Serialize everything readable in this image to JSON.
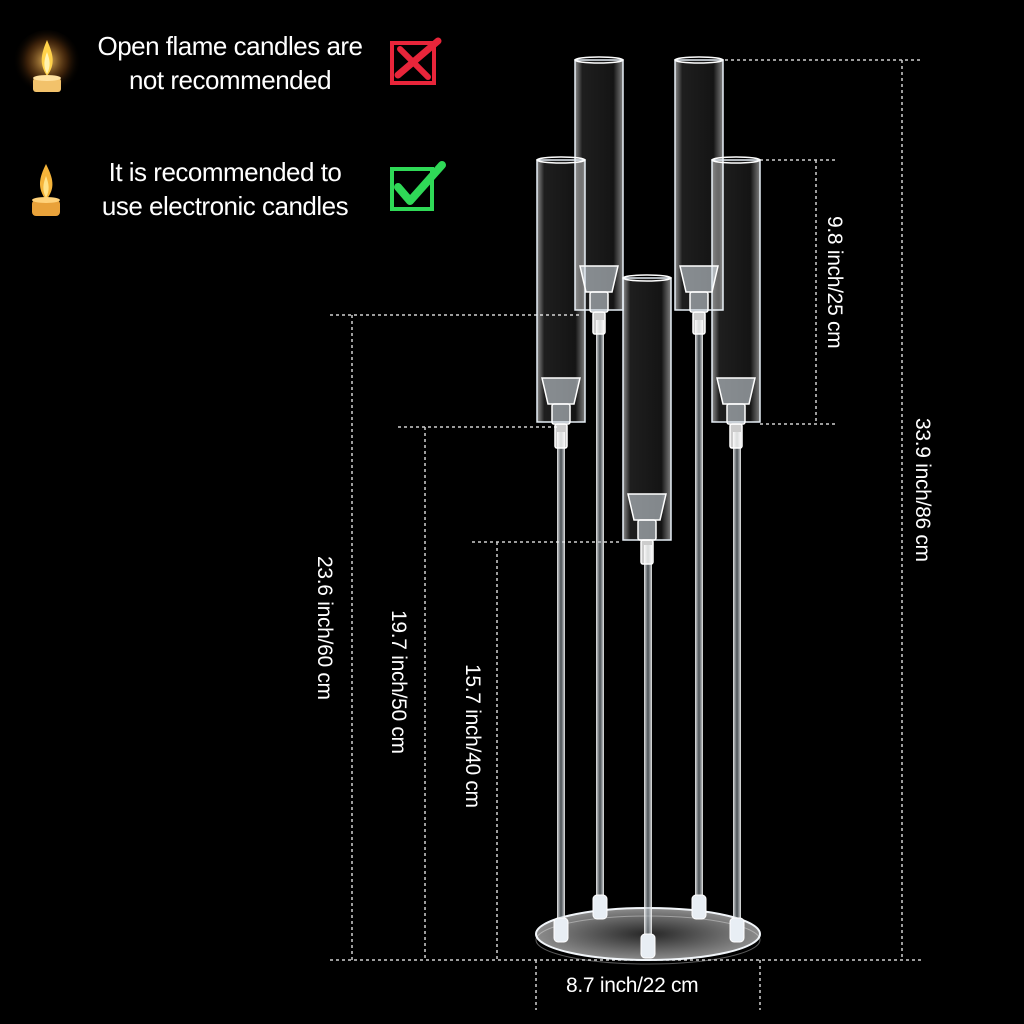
{
  "notices": {
    "open_flame": {
      "text_line1": "Open flame candles are",
      "text_line2": "not recommended",
      "icon": "x-mark-icon",
      "color": "#e8253a"
    },
    "electronic": {
      "text_line1": "It is recommended to",
      "text_line2": "use electronic candles",
      "icon": "check-mark-icon",
      "color": "#2fd957"
    }
  },
  "dimensions": {
    "total_height": "33.9 inch/86 cm",
    "tube_height": "9.8 inch/25 cm",
    "tall_arm": "23.6 inch/60 cm",
    "mid_arm": "19.7 inch/50 cm",
    "short_arm": "15.7 inch/40 cm",
    "base_width": "8.7 inch/22 cm"
  },
  "colors": {
    "background": "#000000",
    "acrylic": "#e6eef5",
    "dimension_line": "#cfcfcf"
  }
}
